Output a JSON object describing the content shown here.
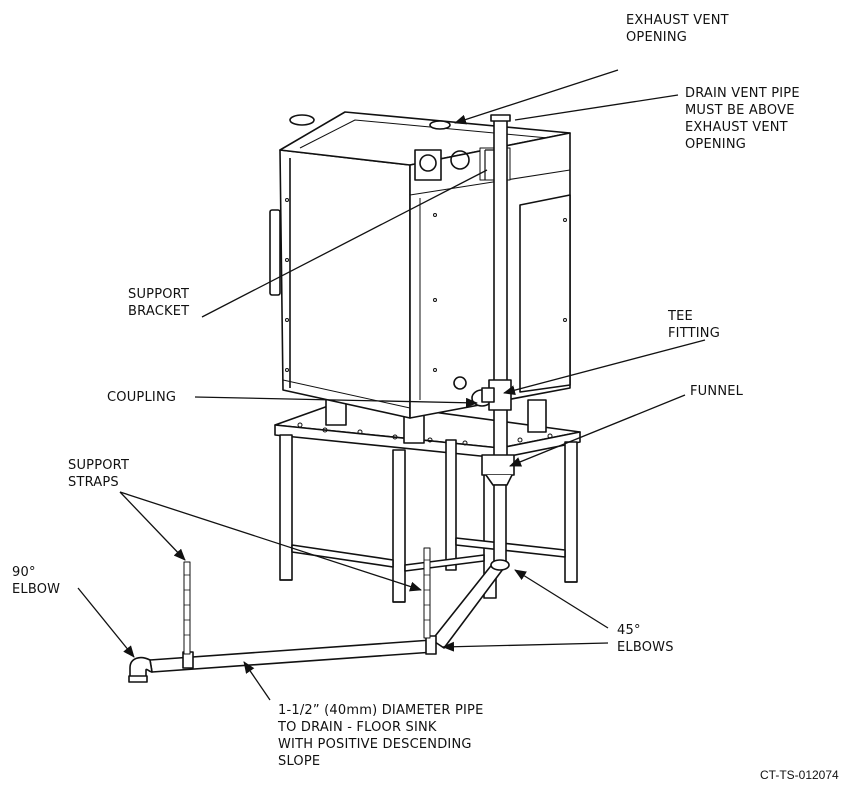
{
  "labels": {
    "exhaust_vent_opening": "EXHAUST VENT\nOPENING",
    "drain_vent_pipe": "DRAIN VENT PIPE\nMUST BE ABOVE\nEXHAUST VENT\nOPENING",
    "support_bracket": "SUPPORT\nBRACKET",
    "tee_fitting": "TEE\nFITTING",
    "coupling": "COUPLING",
    "funnel": "FUNNEL",
    "support_straps": "SUPPORT\nSTRAPS",
    "elbow_90": "90°\nELBOW",
    "elbows_45": "45°\nELBOWS",
    "drain_pipe": "1-1/2” (40mm) DIAMETER PIPE\nTO DRAIN - FLOOR SINK\nWITH POSITIVE DESCENDING\nSLOPE"
  },
  "document_number": "CT-TS-012074",
  "colors": {
    "line": "#111111",
    "background": "#ffffff"
  }
}
